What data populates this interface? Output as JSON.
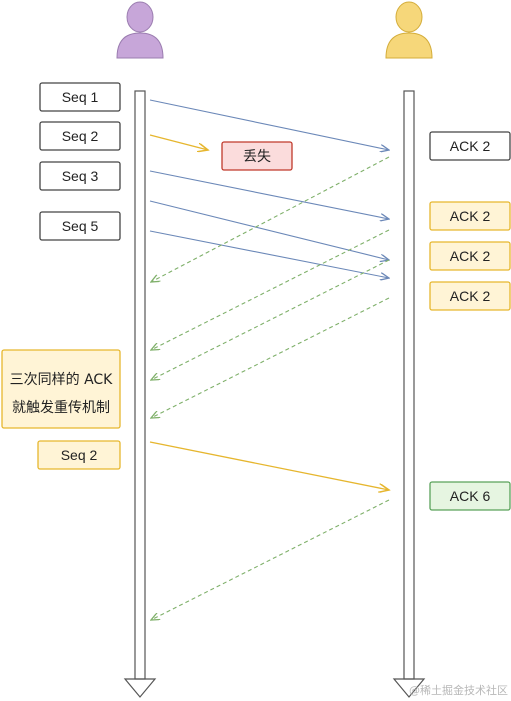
{
  "actors": {
    "sender": {
      "name": "sender-avatar",
      "color": "#c7a6d9"
    },
    "receiver": {
      "name": "receiver-avatar",
      "color": "#f6d77a"
    }
  },
  "colors": {
    "gray": "#444444",
    "yellow": "#e6b62e",
    "yellow_fill": "#fff4d6",
    "red": "#c0392b",
    "red_fill": "#fbdcdc",
    "green": "#5aa25a",
    "green_fill": "#e6f5e1",
    "blue_arrow": "#6b88b8",
    "green_arrow": "#7fb06a",
    "yellow_arrow": "#e6b62e"
  },
  "left_boxes": [
    {
      "label": "Seq 1",
      "style": "gray"
    },
    {
      "label": "Seq 2",
      "style": "gray"
    },
    {
      "label": "Seq 3",
      "style": "gray"
    },
    {
      "label": "Seq 5",
      "style": "gray"
    },
    {
      "label": "Seq 2",
      "style": "yellow"
    }
  ],
  "lost_label": "丢失",
  "note": {
    "line1": "三次同样的 ACK",
    "line2": "就触发重传机制"
  },
  "right_boxes": [
    {
      "label": "ACK 2",
      "style": "gray"
    },
    {
      "label": "ACK 2",
      "style": "yellow"
    },
    {
      "label": "ACK 2",
      "style": "yellow"
    },
    {
      "label": "ACK 2",
      "style": "yellow"
    },
    {
      "label": "ACK 6",
      "style": "green"
    }
  ],
  "watermark": "@稀土掘金技术社区"
}
